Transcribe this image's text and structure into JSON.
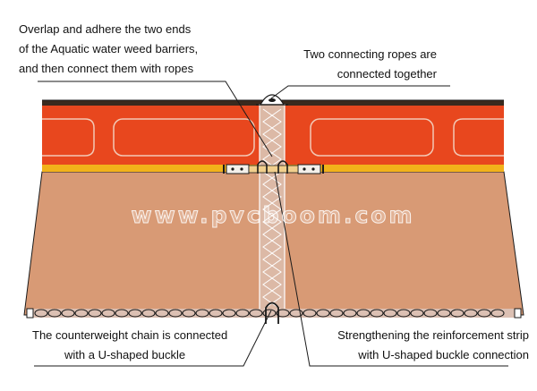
{
  "colors": {
    "float_top_line": "#3a2a1e",
    "float_body": "#e8471e",
    "float_stripe": "#f2b21a",
    "skirt": "#d89a75",
    "seam_panel": "#dcb9a6",
    "outline": "#1a1a1a",
    "chain_fill": "#dcc0b3",
    "watermark": "#ffffff"
  },
  "annotations": {
    "top_left": [
      "Overlap and adhere the two ends",
      "of the Aquatic water weed barriers,",
      "and then connect them with ropes"
    ],
    "top_right": [
      "Two connecting ropes are",
      "connected together"
    ],
    "bottom_left": [
      "The counterweight chain is connected",
      "with a U-shaped buckle"
    ],
    "bottom_right": [
      "Strengthening the reinforcement strip",
      "with U-shaped buckle connection"
    ]
  },
  "watermark": "www.pvcboom.com",
  "icons": {
    "rope_connector": "rope-knot-icon",
    "stripe_clamp": "clamp-plate-icon",
    "chain_buckle": "u-shaped-buckle-icon"
  }
}
